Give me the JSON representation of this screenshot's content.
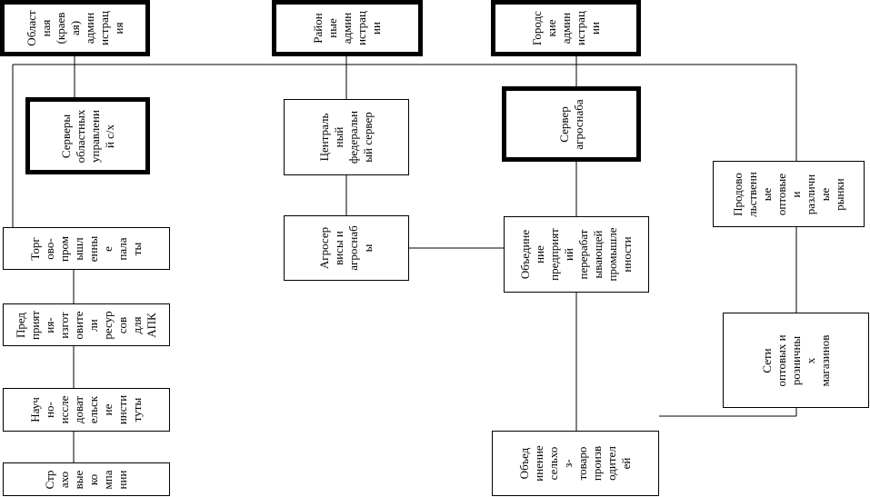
{
  "nodes": {
    "regional_admin": [
      "Област",
      "ная",
      "(краев",
      "ая)",
      "админ",
      "истрац",
      "ия"
    ],
    "district_admin": [
      "Район",
      "ные",
      "админ",
      "истрац",
      "ии"
    ],
    "city_admin": [
      "Городс",
      "кие",
      "админ",
      "истрац",
      "ии"
    ],
    "servers_regional": [
      "Серверы",
      "областных",
      "управлени",
      "й с/х"
    ],
    "central_federal_server": [
      "Централь",
      "ный",
      "федеральн",
      "ый сервер"
    ],
    "agrosnab_server": [
      "Сервер",
      "агроснаба"
    ],
    "food_markets": [
      "Продово",
      "льственн",
      "ые",
      "оптовые",
      "и",
      "различн",
      "ые",
      "рынки"
    ],
    "trade_industrial_chambers": [
      "Торг",
      "ово-",
      "пром",
      "ышл",
      "енны",
      "е",
      "пала",
      "ты"
    ],
    "agroservices": [
      "Агросер",
      "висы и",
      "агроснаб",
      "ы"
    ],
    "processing_associations": [
      "Объедине",
      "ние",
      "предприят",
      "ий",
      "перерабат",
      "ывающей",
      "промышле",
      "нности"
    ],
    "producers_enterprises": [
      "Пред",
      "прият",
      "ия-",
      "изгот",
      "овите",
      "ли",
      "ресур",
      "сов",
      "для",
      "АПК"
    ],
    "wholesale_retail_networks": [
      "Сети",
      "оптовых и",
      "розничны",
      "х",
      "магазинов"
    ],
    "research_institutes": [
      "Науч",
      "но-",
      "иссле",
      "доват",
      "ельск",
      "ие",
      "инсти",
      "туты"
    ],
    "agri_producers_association": [
      "Объед",
      "инение",
      "сельхо",
      "з-",
      "товаро",
      "произв",
      "одител",
      "ей"
    ],
    "insurance_companies": [
      "Стр",
      "ахо",
      "вые",
      "ко",
      "мпа",
      "нии"
    ]
  }
}
